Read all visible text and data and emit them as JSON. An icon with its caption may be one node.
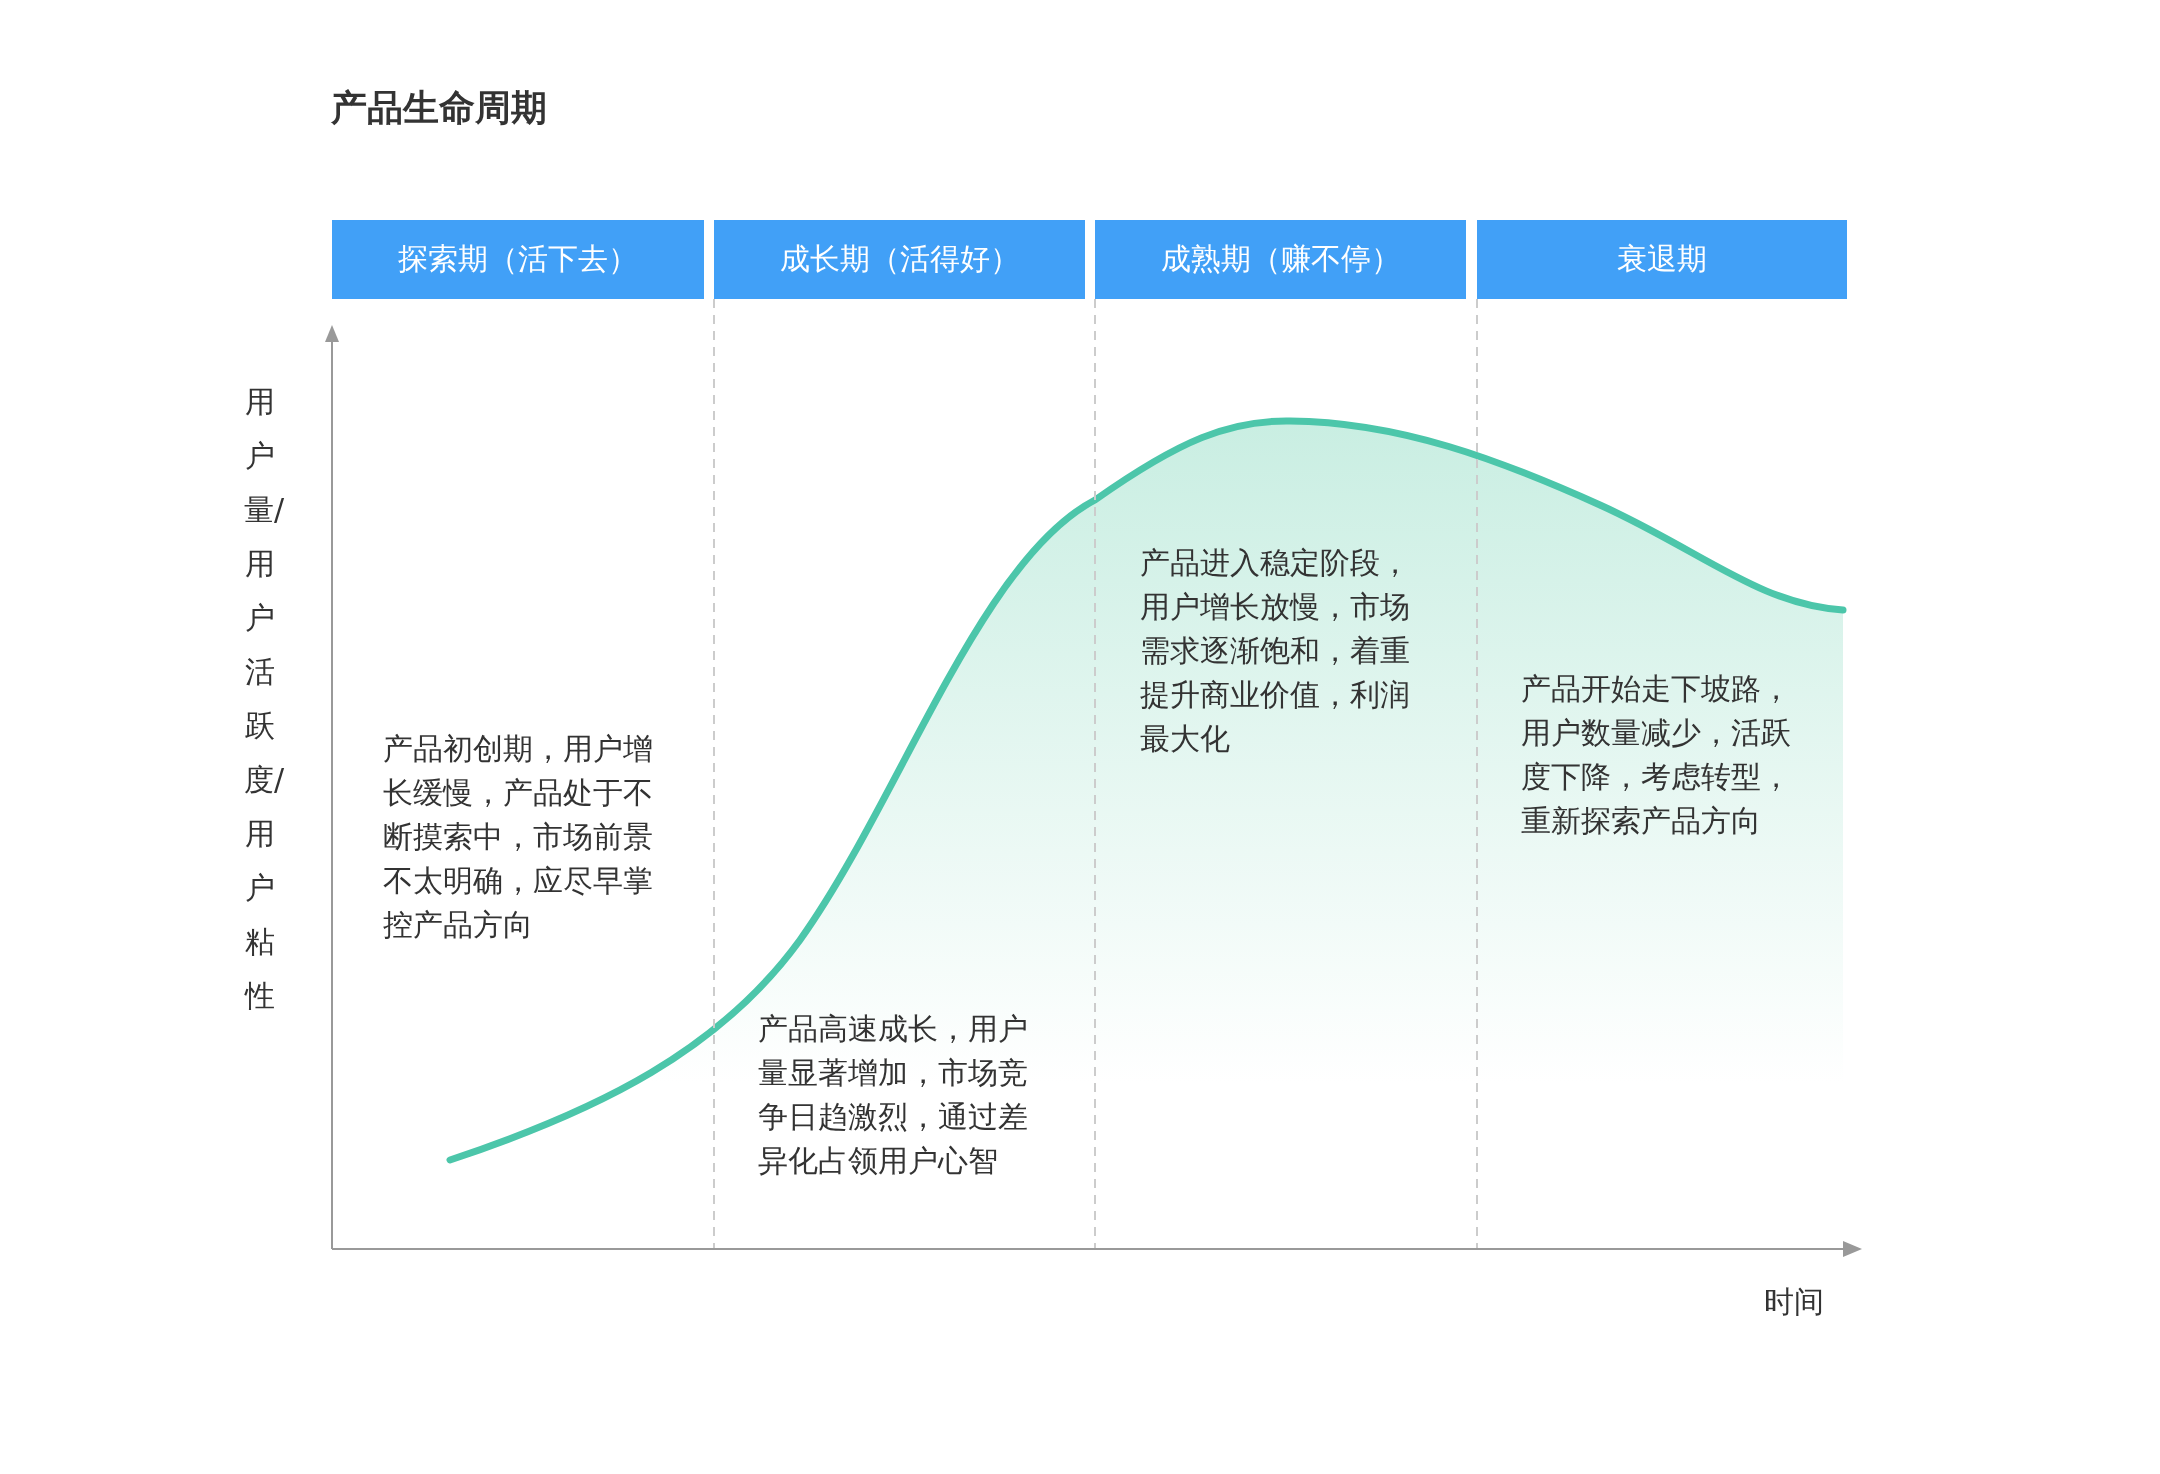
{
  "diagram": {
    "title": "产品生命周期",
    "nodes": [
      {
        "text": [
          "探索期（活下去）"
        ]
      },
      {
        "text": [
          "成长期（活得好）"
        ]
      },
      {
        "text": [
          "成熟期（赚不停）"
        ]
      },
      {
        "text": [
          "衰退期"
        ]
      }
    ],
    "labels": [
      "用户量/用户活跃度/用户粘性",
      "产品初创期，用户增长缓慢，产品处于不断摸索中，市场前景不太明确，应尽早掌控产品方向",
      "产品进入稳定阶段，用户增长放慢，市场需求逐渐饱和，着重提升商业价值，利润最大化",
      "产品开始走下坡路，用户数量减少，活跃度下降，考虑转型，重新探索产品方向",
      "产品高速成长，用户量显著增加，市场竞争日趋激烈，通过差异化占领用户心智",
      "时间"
    ]
  }
}
